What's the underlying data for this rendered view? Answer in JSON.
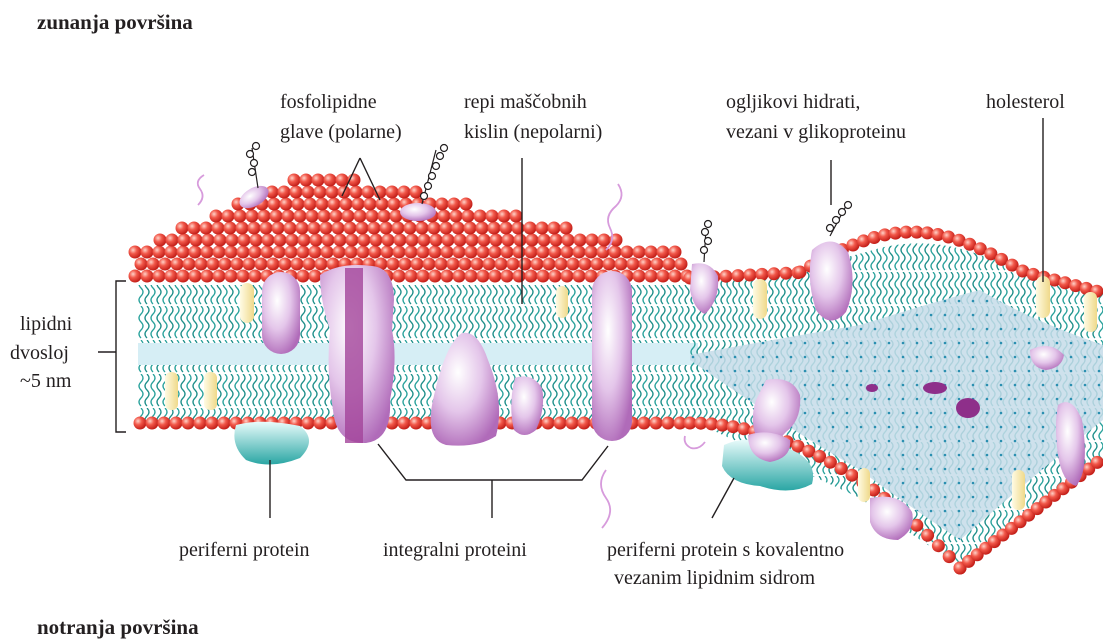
{
  "title_outer": "zunanja površina",
  "title_inner": "notranja površina",
  "labels": {
    "heads_line1": "fosfolipidne",
    "heads_line2": "glave (polarne)",
    "tails_line1": "repi maščobnih",
    "tails_line2": "kislin (nepolarni)",
    "carb_line1": "ogljikovi hidrati,",
    "carb_line2": "vezani v glikoproteinu",
    "cholesterol": "holesterol",
    "bilayer_line1": "lipidni",
    "bilayer_line2": "dvosloj",
    "bilayer_line3": "~5 nm",
    "peripheral": "periferni protein",
    "integral": "integralni proteini",
    "anchored_line1": "periferni protein s kovalentno",
    "anchored_line2": "vezanim lipidnim sidrom"
  },
  "colors": {
    "head": "#e8372c",
    "head_light": "#f47b6e",
    "tail": "#1f8f8a",
    "core": "#d6eef5",
    "protein": "#c7a0d4",
    "protein_dark": "#a3449a",
    "peripheral": "#3bb3b1",
    "cholesterol": "#f4e3a1",
    "cytosol": "#c6dce9"
  }
}
